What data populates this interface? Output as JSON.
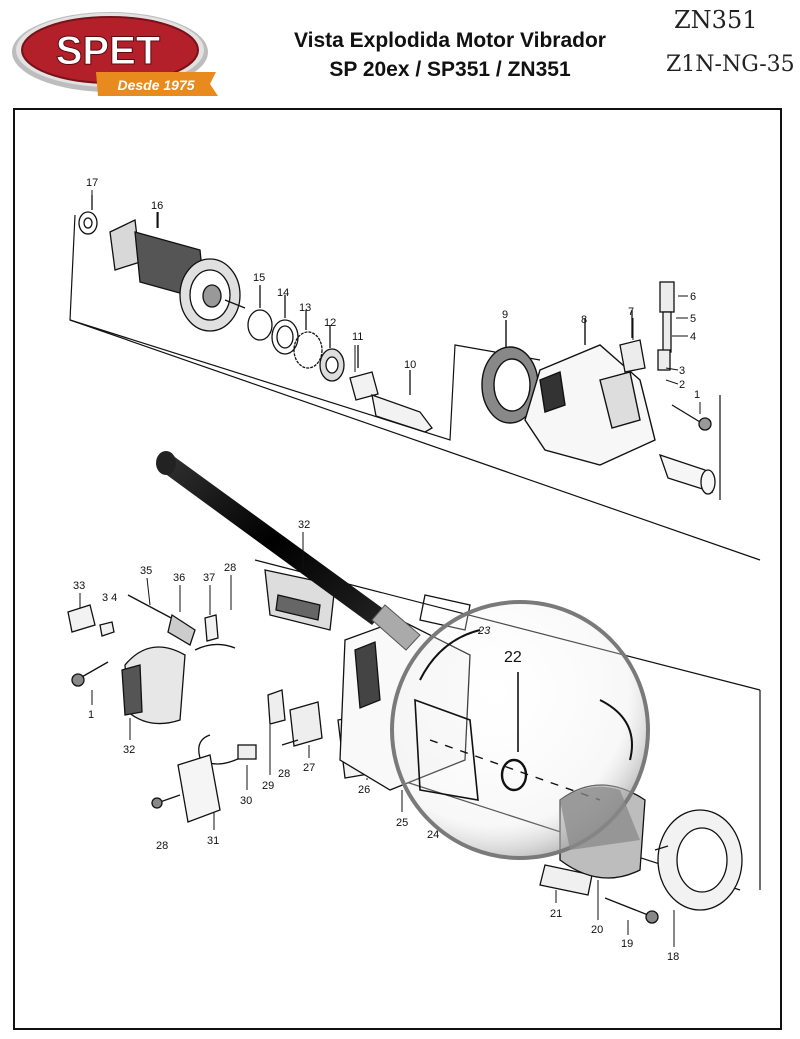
{
  "brand": {
    "name": "SPET",
    "tagline": "Desde 1975",
    "colors": {
      "red": "#b3202a",
      "orange": "#e98a1f",
      "silver": "#c9c9c9"
    }
  },
  "header": {
    "title_line1": "Vista Explodida Motor Vibrador",
    "title_line2": "SP 20ex / SP351 / ZN351",
    "code_top": "ZN351",
    "code_bottom": "Z1N-NG-35"
  },
  "parts": [
    {
      "id": "part-1-a",
      "label": "1"
    },
    {
      "id": "part-2",
      "label": "2"
    },
    {
      "id": "part-3",
      "label": "3"
    },
    {
      "id": "part-4",
      "label": "4"
    },
    {
      "id": "part-5",
      "label": "5"
    },
    {
      "id": "part-6",
      "label": "6"
    },
    {
      "id": "part-7",
      "label": "7"
    },
    {
      "id": "part-8",
      "label": "8"
    },
    {
      "id": "part-9",
      "label": "9"
    },
    {
      "id": "part-10",
      "label": "10"
    },
    {
      "id": "part-11",
      "label": "11"
    },
    {
      "id": "part-12",
      "label": "12"
    },
    {
      "id": "part-13",
      "label": "13"
    },
    {
      "id": "part-14",
      "label": "14"
    },
    {
      "id": "part-15",
      "label": "15"
    },
    {
      "id": "part-16",
      "label": "16"
    },
    {
      "id": "part-17",
      "label": "17"
    },
    {
      "id": "part-32-a",
      "label": "32"
    },
    {
      "id": "part-33",
      "label": "33"
    },
    {
      "id": "part-34",
      "label": "3 4"
    },
    {
      "id": "part-35",
      "label": "35"
    },
    {
      "id": "part-36",
      "label": "36"
    },
    {
      "id": "part-37",
      "label": "37"
    },
    {
      "id": "part-28-a",
      "label": "28"
    },
    {
      "id": "part-1-b",
      "label": "1"
    },
    {
      "id": "part-32-b",
      "label": "32"
    },
    {
      "id": "part-30",
      "label": "30"
    },
    {
      "id": "part-29",
      "label": "29"
    },
    {
      "id": "part-28-b",
      "label": "28"
    },
    {
      "id": "part-27",
      "label": "27"
    },
    {
      "id": "part-26",
      "label": "26"
    },
    {
      "id": "part-25",
      "label": "25"
    },
    {
      "id": "part-24",
      "label": "24"
    },
    {
      "id": "part-23",
      "label": "23"
    },
    {
      "id": "part-22",
      "label": "22"
    },
    {
      "id": "part-28-c",
      "label": "28"
    },
    {
      "id": "part-31",
      "label": "31"
    },
    {
      "id": "part-21",
      "label": "21"
    },
    {
      "id": "part-20",
      "label": "20"
    },
    {
      "id": "part-19",
      "label": "19"
    },
    {
      "id": "part-18",
      "label": "18"
    }
  ]
}
